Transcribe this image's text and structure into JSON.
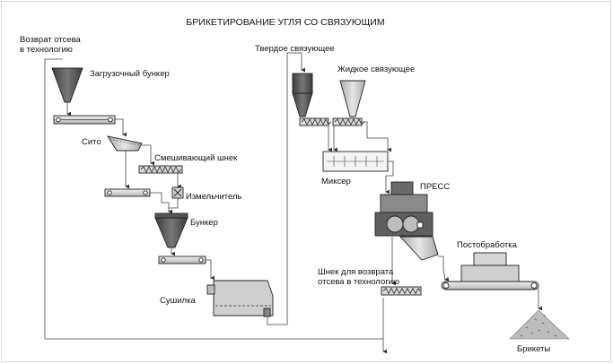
{
  "title": "БРИКЕТИРОВАНИЕ УГЛЯ СО СВЯЗУЮЩИМ",
  "labels": {
    "return_screen": [
      "Возврат отсева",
      "в технологию"
    ],
    "loading_bunker": "Загрузочный бункер",
    "sieve": "Сито",
    "mixing_screw": "Смешивающий шнек",
    "crusher": "Измельчитель",
    "bunker": "Бункер",
    "dryer": "Сушилка",
    "solid_binder": "Твердое связующее",
    "liquid_binder": "Жидкое связующее",
    "mixer": "Миксер",
    "press": "ПРЕСС",
    "return_screw": [
      "Шнек для возврата",
      "отсева в технологию"
    ],
    "post_processing": "Постобработка",
    "briquettes": "Брикеты"
  },
  "colors": {
    "equipment_dark": "#5a5a5a",
    "equipment_light": "#c8c8c8",
    "line": "#444444"
  }
}
